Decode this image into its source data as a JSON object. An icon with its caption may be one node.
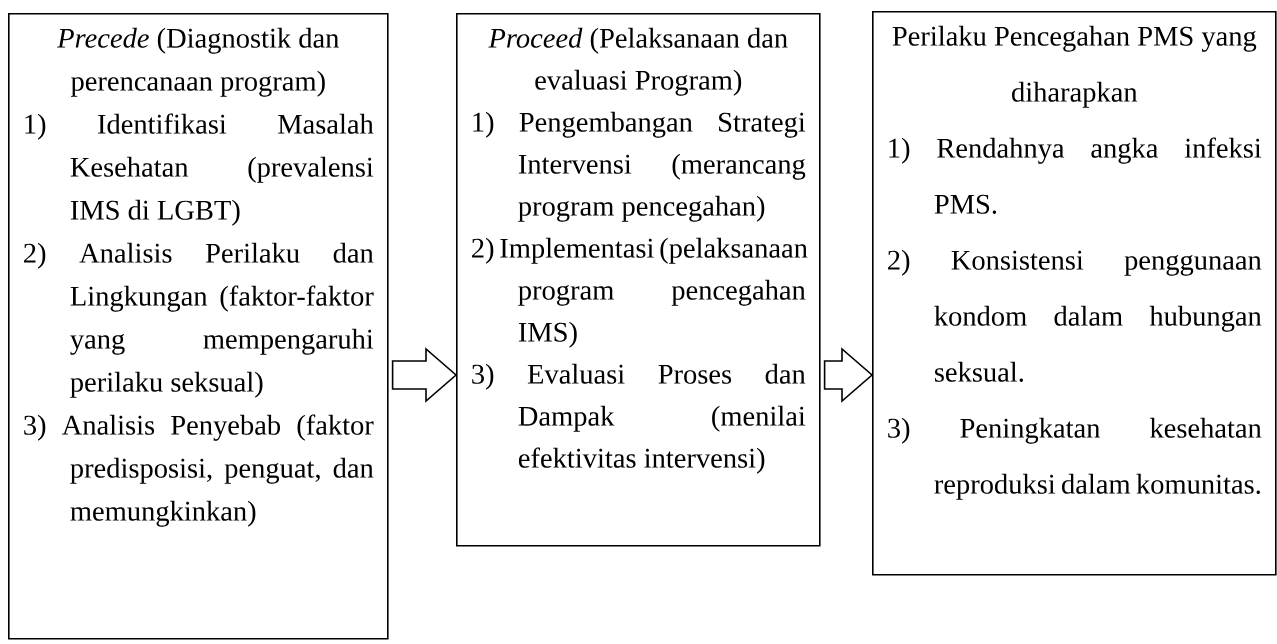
{
  "diagram": {
    "nodes": [
      {
        "text": [
          "*Precede* (Diagnostik dan perencanaan program)",
          "1) Identifikasi Masalah Kesehatan (prevalensi IMS di LGBT)",
          "2) Analisis Perilaku dan Lingkungan (faktor-faktor yang mempengaruhi perilaku seksual)",
          "3) Analisis Penyebab (faktor predisposisi, penguat, dan memungkinkan)"
        ]
      },
      {
        "text": [
          "*Proceed* (Pelaksanaan dan evaluasi Program)",
          "1) Pengembangan Strategi Intervensi (merancang program pencegahan)",
          "2) Implementasi (pelaksanaan program pencegahan IMS)",
          "3) Evaluasi Proses dan Dampak (menilai efektivitas intervensi)"
        ]
      },
      {
        "text": [
          "Perilaku Pencegahan PMS yang diharapkan",
          "1) Rendahnya angka infeksi PMS.",
          "2) Konsistensi penggunaan kondom dalam hubungan seksual.",
          "3) Peningkatan kesehatan reproduksi dalam komunitas."
        ]
      }
    ],
    "edges": [
      {
        "from": 0,
        "to": 1,
        "arrow": "to"
      },
      {
        "from": 1,
        "to": 2,
        "arrow": "to"
      }
    ]
  }
}
